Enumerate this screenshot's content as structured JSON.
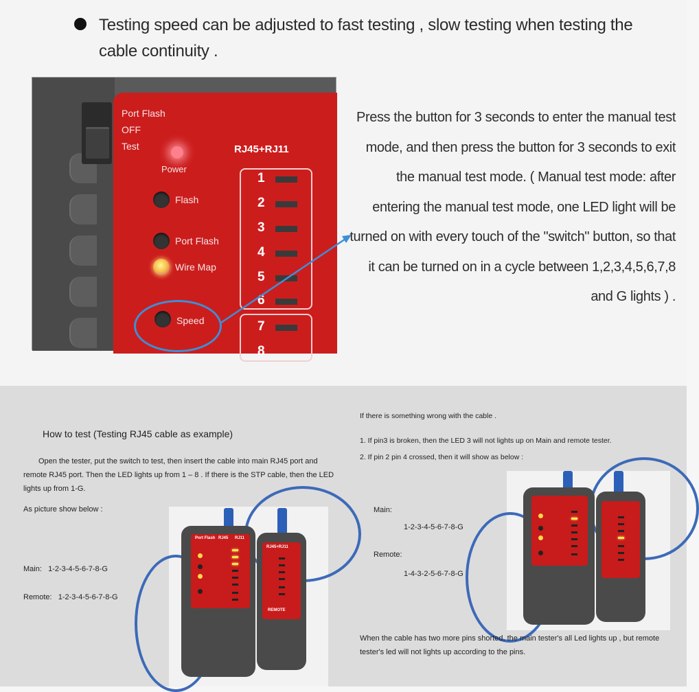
{
  "top": {
    "heading": "Testing speed can be adjusted to fast testing , slow testing when testing the cable continuity .",
    "device": {
      "switch_labels": [
        "Port Flash",
        "OFF",
        "Test"
      ],
      "power_label": "Power",
      "model": "RJ45+RJ11",
      "flash_label": "Flash",
      "port_flash_label": "Port Flash",
      "wire_map_label": "Wire Map",
      "speed_label": "Speed",
      "numbers": [
        "1",
        "2",
        "3",
        "4",
        "5",
        "6",
        "7",
        "8"
      ]
    },
    "description": "Press the button for 3 seconds to enter the manual test mode, and then press the button for 3 seconds to exit the manual test mode. ( Manual test mode: after entering the manual test mode, one LED light will be turned on with every touch of the \"switch\" button, so that it can be turned on in a cycle between 1,2,3,4,5,6,7,8 and G lights ) ."
  },
  "left": {
    "title": "How to test (Testing RJ45 cable as example)",
    "paragraph": "Open the tester, put the switch to test, then insert the cable into main RJ45 port and remote RJ45 port. Then the LED lights up from 1 – 8 . If there is the STP cable, then the LED lights up from 1-G.",
    "as_picture": "As picture show below :",
    "main": "Main:   1-2-3-4-5-6-7-8-G",
    "remote": "Remote:   1-2-3-4-5-6-7-8-G"
  },
  "right": {
    "intro": "If there is something wrong with the cable .",
    "item1": "1. If pin3 is broken, then the LED 3 will not lights up on Main and remote tester.",
    "item2": "2. If pin 2 pin 4 crossed, then it will show as below :",
    "main_label": "Main:",
    "main_seq": "1-2-3-4-5-6-7-8-G",
    "remote_label": "Remote:",
    "remote_seq": "1-4-3-2-5-6-7-8-G",
    "footer": "When the cable has two more pins shorted, the main tester's all Led lights up , but remote tester's led will not lights up according to the pins."
  },
  "mini_device": {
    "port_flash": "Port Flash",
    "rj45": "RJ45",
    "rj11": "RJ11",
    "model": "RJ45+RJ11",
    "remote": "REMOTE"
  },
  "colors": {
    "device_red": "#cc1d1d",
    "highlight_blue": "#3d8fd6",
    "cable_blue": "#3d6ab8"
  }
}
